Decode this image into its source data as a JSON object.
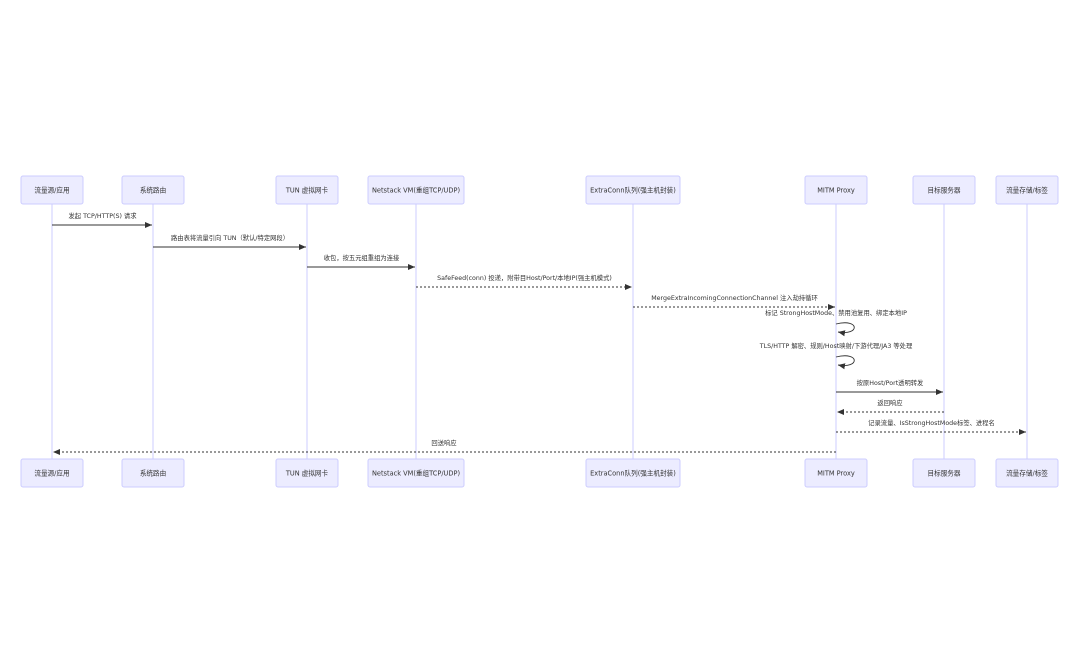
{
  "actors": [
    {
      "id": "src",
      "label": "流量源/应用"
    },
    {
      "id": "router",
      "label": "系统路由"
    },
    {
      "id": "tun",
      "label": "TUN 虚拟网卡"
    },
    {
      "id": "netstack",
      "label": "Netstack VM(重组TCP/UDP)"
    },
    {
      "id": "extra",
      "label": "ExtraConn队列(强主机封装)"
    },
    {
      "id": "mitm",
      "label": "MITM Proxy"
    },
    {
      "id": "target",
      "label": "目标服务器"
    },
    {
      "id": "store",
      "label": "流量存储/标签"
    }
  ],
  "messages": [
    {
      "from": "src",
      "to": "router",
      "label": "发起 TCP/HTTP(S) 请求",
      "style": "solid"
    },
    {
      "from": "router",
      "to": "tun",
      "label": "路由表将流量引向 TUN（默认/特定网段）",
      "style": "solid"
    },
    {
      "from": "tun",
      "to": "netstack",
      "label": "收包，按五元组重组为连接",
      "style": "solid"
    },
    {
      "from": "netstack",
      "to": "extra",
      "label": "SafeFeed(conn) 投递，附带目Host/Port/本地IP(强主机模式)",
      "style": "dotted"
    },
    {
      "from": "extra",
      "to": "mitm",
      "label": "MergeExtraIncomingConnectionChannel 注入劫持循环",
      "style": "dotted"
    },
    {
      "from": "mitm",
      "to": "mitm",
      "label": "标记 StrongHostMode、禁用池复用、绑定本地IP",
      "style": "solid",
      "self": true
    },
    {
      "from": "mitm",
      "to": "mitm",
      "label": "TLS/HTTP 解密、规则/Host映射/下游代理/JA3 等处理",
      "style": "solid",
      "self": true
    },
    {
      "from": "mitm",
      "to": "target",
      "label": "按原Host/Port透明转发",
      "style": "solid"
    },
    {
      "from": "target",
      "to": "mitm",
      "label": "返回响应",
      "style": "dotted"
    },
    {
      "from": "mitm",
      "to": "store",
      "label": "记录流量、IsStrongHostMode标签、进程名",
      "style": "dotted"
    },
    {
      "from": "mitm",
      "to": "src",
      "label": "回送响应",
      "style": "dotted"
    }
  ]
}
